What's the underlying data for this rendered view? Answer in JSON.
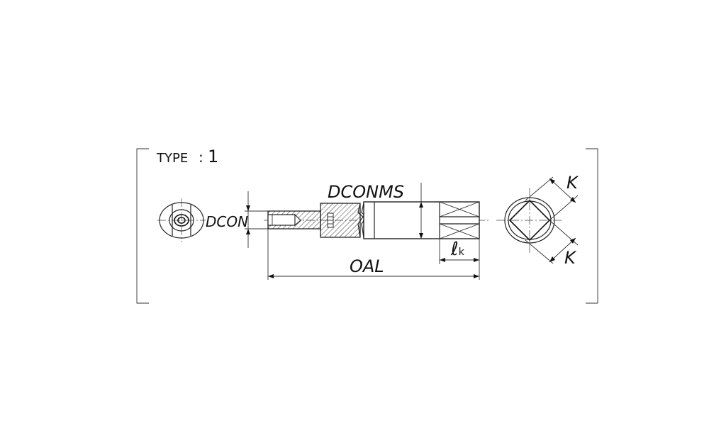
{
  "type_label": "TYPE",
  "type_separator": ":",
  "type_number": "1",
  "dimensions": {
    "dcon": "DCON",
    "dconms": "DCONMS",
    "oal": "OAL",
    "lk_symbol": "ℓ",
    "lk_subscript": "k",
    "k_upper": "K",
    "k_lower": "K"
  }
}
